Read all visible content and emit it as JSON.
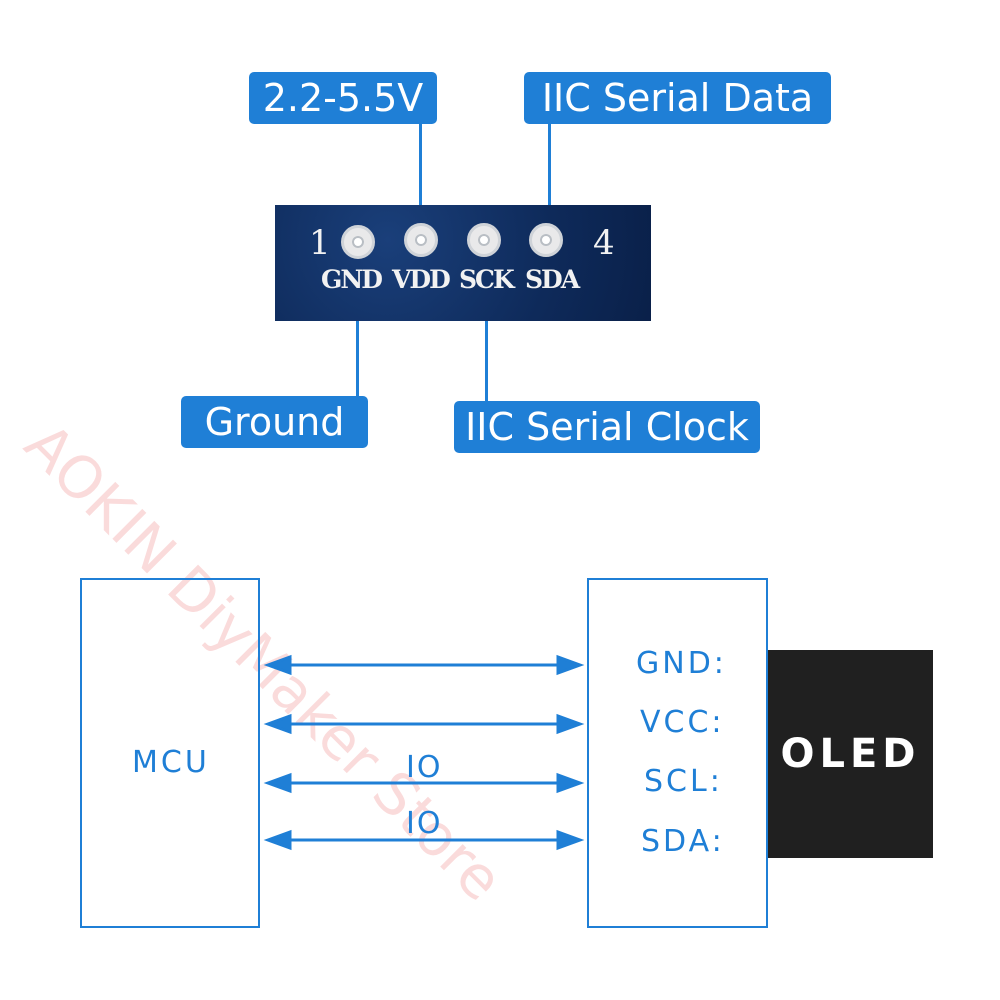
{
  "callouts": {
    "vdd": "2.2-5.5V",
    "sda": "IIC Serial Data",
    "gnd": "Ground",
    "scl": "IIC Serial Clock"
  },
  "board": {
    "pin_first": "1",
    "pin_last": "4",
    "pins": [
      "GND",
      "VDD",
      "SCK",
      "SDA"
    ]
  },
  "watermark": "AOKIN DiyMaker Store",
  "diagram": {
    "mcu_label": "MCU",
    "module_pins": [
      "GND:",
      "VCC:",
      "SCL:",
      "SDA:"
    ],
    "arrow_labels": [
      "",
      "",
      "IO",
      "IO"
    ],
    "oled_label": "OLED",
    "accent_color": "#1f7fd6"
  }
}
